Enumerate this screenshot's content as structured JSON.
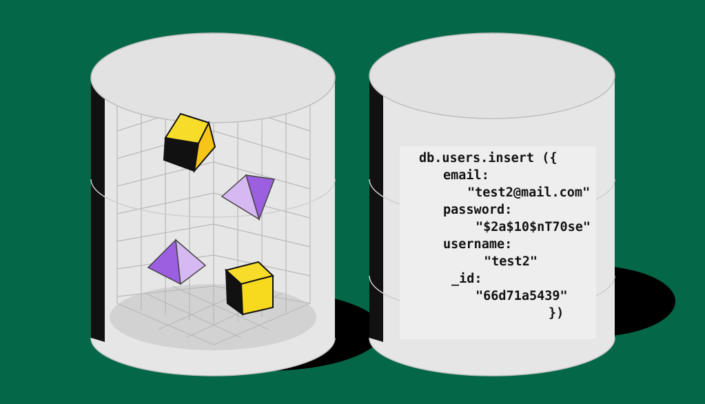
{
  "colors": {
    "background": "#046747",
    "cylinder_fill": "#e6e6e6",
    "cylinder_top": "#e2e2e2",
    "shadow": "#000000",
    "grid_line": "#b5b5b5",
    "cube_yellow": "#f7c418",
    "cube_yellow_light": "#f8dc2a",
    "pyramid_purple": "#9b5fe0",
    "pyramid_purple_light": "#d6b9f2"
  },
  "left_cylinder": {
    "contents": [
      "cube-icon",
      "pyramid-icon",
      "pyramid-icon",
      "cube-icon"
    ]
  },
  "code": {
    "lines": [
      "db.users.insert ({",
      "email:",
      "\"test2@mail.com\"",
      "password:",
      "\"$2a$10$nT70se\"",
      "username:",
      "\"test2\"",
      "_id:",
      "\"66d71a5439\"",
      "})"
    ]
  }
}
